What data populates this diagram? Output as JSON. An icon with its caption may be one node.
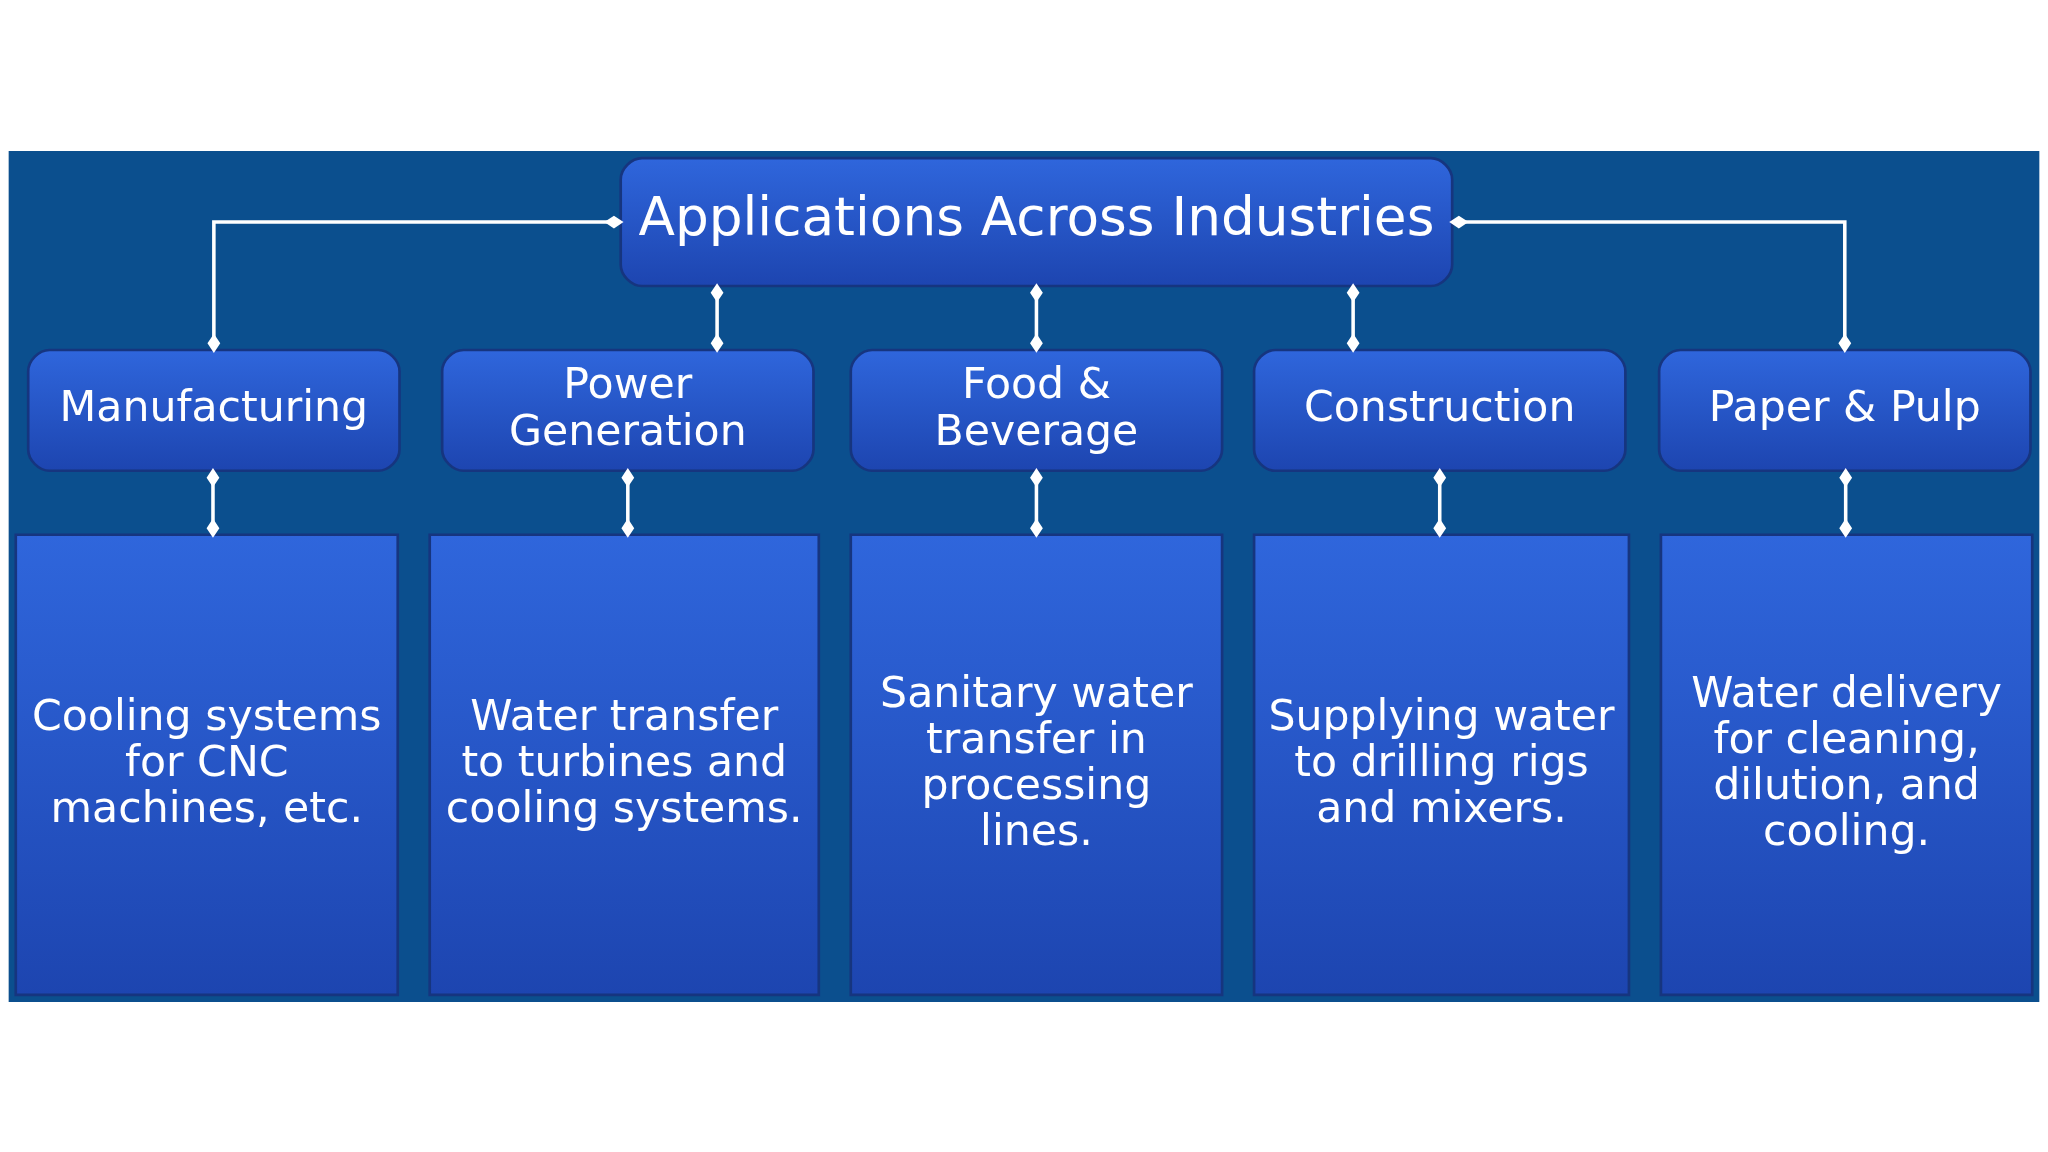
{
  "diagram": {
    "nodes": [
      {
        "text": [
          "Applications Across Industries"
        ]
      },
      {
        "text": [
          "Manufacturing"
        ]
      },
      {
        "text": [
          "Power Generation"
        ]
      },
      {
        "text": [
          "Food & Beverage"
        ]
      },
      {
        "text": [
          "Construction"
        ]
      },
      {
        "text": [
          "Paper & Pulp"
        ]
      },
      {
        "text": [
          "Cooling systems for CNC machines, etc."
        ]
      },
      {
        "text": [
          "Water transfer to turbines and cooling systems."
        ]
      },
      {
        "text": [
          "Sanitary water transfer in processing lines."
        ]
      },
      {
        "text": [
          "Supplying water to drilling rigs and mixers."
        ]
      },
      {
        "text": [
          "Water delivery for cleaning, dilution, and cooling."
        ]
      }
    ],
    "edges": [
      {
        "from": 0,
        "to": 1,
        "arrow": "other"
      },
      {
        "from": 0,
        "to": 2,
        "arrow": "other"
      },
      {
        "from": 0,
        "to": 3,
        "arrow": "other"
      },
      {
        "from": 0,
        "to": 4,
        "arrow": "other"
      },
      {
        "from": 0,
        "to": 5,
        "arrow": "other"
      },
      {
        "from": 1,
        "to": 6,
        "arrow": "other"
      },
      {
        "from": 2,
        "to": 7,
        "arrow": "other"
      },
      {
        "from": 3,
        "to": 8,
        "arrow": "other"
      },
      {
        "from": 4,
        "to": 9,
        "arrow": "other"
      },
      {
        "from": 5,
        "to": 10,
        "arrow": "other"
      }
    ]
  }
}
